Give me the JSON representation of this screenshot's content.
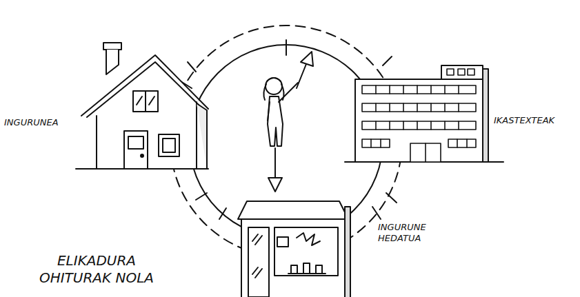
{
  "diagram": {
    "labels": [
      "INGURUNEA",
      "IKASTEXTEAK",
      "INGURUNE HEDATUA",
      "ELIKADURA OHITURAK NOLA"
    ]
  }
}
